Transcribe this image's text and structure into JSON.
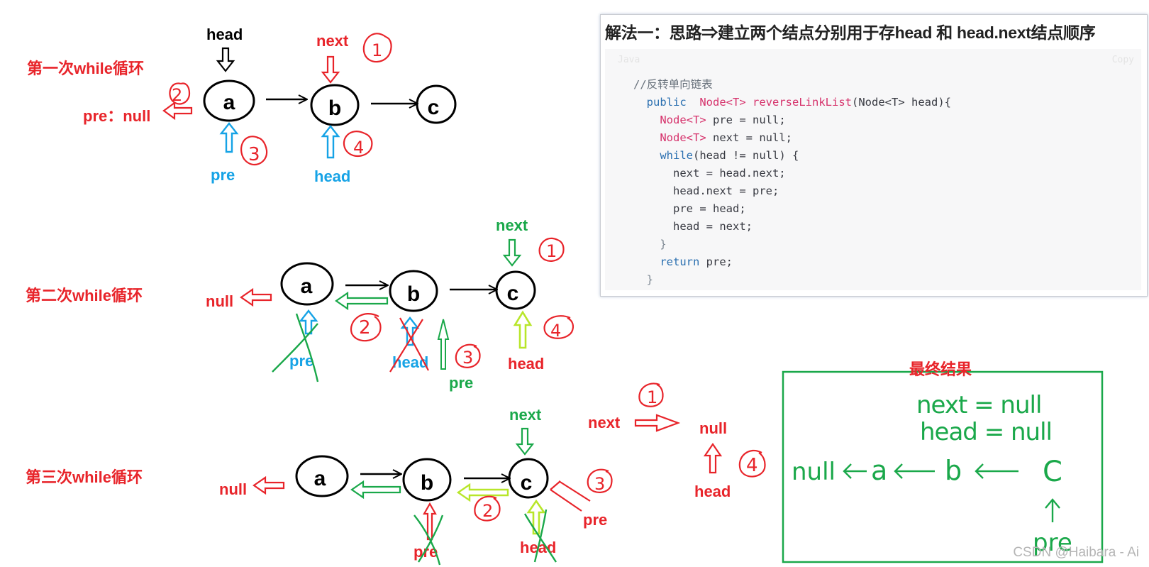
{
  "colors": {
    "red": "#e8242a",
    "blue": "#16a3e6",
    "green": "#1aa84a",
    "yellow_green": "#b8e62a",
    "black": "#000000"
  },
  "rounds": {
    "round1": {
      "label": "第一次while循环",
      "nodes": [
        "a",
        "b",
        "c"
      ],
      "pointers": {
        "head": "head",
        "next": "next",
        "pre_null": "pre：null",
        "pre": "pre",
        "head_bottom": "head"
      },
      "steps": [
        "1",
        "2",
        "3",
        "4"
      ]
    },
    "round2": {
      "label": "第二次while循环",
      "nodes": [
        "a",
        "b",
        "c"
      ],
      "pointers": {
        "null": "null",
        "next": "next",
        "pre_old": "pre",
        "head_old": "head",
        "pre": "pre",
        "head": "head"
      },
      "steps": [
        "1",
        "2",
        "3",
        "4"
      ]
    },
    "round3": {
      "label": "第三次while循环",
      "nodes": [
        "a",
        "b",
        "c"
      ],
      "pointers": {
        "null": "null",
        "next_top": "next",
        "pre_old": "pre",
        "head_old": "head",
        "pre": "pre",
        "next": "next",
        "null_after": "null",
        "head": "head"
      },
      "steps": [
        "1",
        "2",
        "3",
        "4"
      ]
    }
  },
  "final": {
    "title": "最终结果",
    "line1": "next = null",
    "line2": "head = null",
    "chain_null": "null",
    "chain_a": "a",
    "chain_b": "b",
    "chain_c": "C",
    "pre": "pre"
  },
  "code": {
    "title": "解法一：思路⇒建立两个结点分别用于存head 和 head.next结点顺序",
    "lang": "Java",
    "copy": "Copy",
    "comment": "//反转单向链表",
    "l_public": "public",
    "l_node_type": "Node<T>",
    "l_method": "reverseLinkList",
    "l_params": "(Node<T> head){",
    "l2": "pre = null;",
    "l3": "next = null;",
    "l4_while": "while",
    "l4_rest": "(head != null) {",
    "l5": "next = head.next;",
    "l6": "head.next = pre;",
    "l7": "pre = head;",
    "l8": "head = next;",
    "l9": "}",
    "l10_return": "return",
    "l10_rest": "pre;",
    "l11": "}"
  },
  "watermark": "CSDN @Haibara - Ai"
}
